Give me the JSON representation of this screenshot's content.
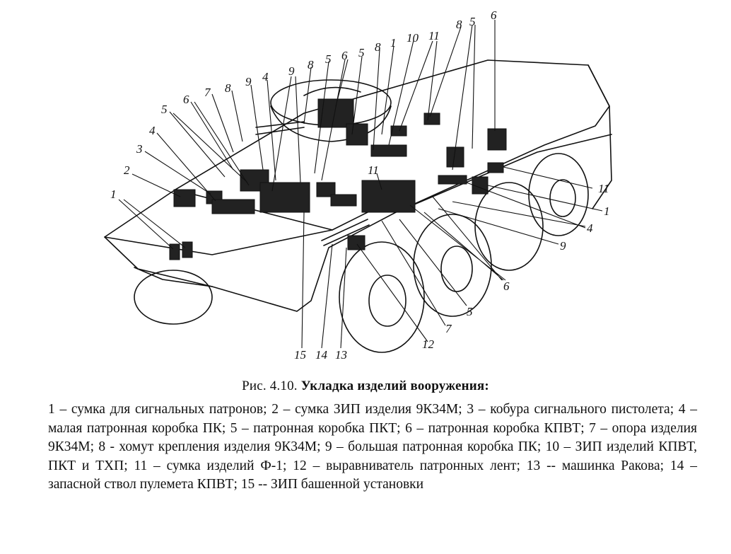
{
  "figure": {
    "labels": [
      {
        "key": "l1a",
        "text": "1"
      },
      {
        "key": "l2",
        "text": "2"
      },
      {
        "key": "l3",
        "text": "3"
      },
      {
        "key": "l4a",
        "text": "4"
      },
      {
        "key": "l5a",
        "text": "5"
      },
      {
        "key": "l6a",
        "text": "6"
      },
      {
        "key": "l7a",
        "text": "7"
      },
      {
        "key": "l8a",
        "text": "8"
      },
      {
        "key": "l9a",
        "text": "9"
      },
      {
        "key": "l4b",
        "text": "4"
      },
      {
        "key": "l9b",
        "text": "9"
      },
      {
        "key": "l8b",
        "text": "8"
      },
      {
        "key": "l5b",
        "text": "5"
      },
      {
        "key": "l6b",
        "text": "6"
      },
      {
        "key": "l5c",
        "text": "5"
      },
      {
        "key": "l8c",
        "text": "8"
      },
      {
        "key": "l1b",
        "text": "1"
      },
      {
        "key": "l10",
        "text": "10"
      },
      {
        "key": "l11a",
        "text": "11"
      },
      {
        "key": "l8d",
        "text": "8"
      },
      {
        "key": "l5d",
        "text": "5"
      },
      {
        "key": "l6c",
        "text": "6"
      },
      {
        "key": "l11b",
        "text": "11"
      },
      {
        "key": "l11c",
        "text": "11"
      },
      {
        "key": "l1c",
        "text": "1"
      },
      {
        "key": "l4c",
        "text": "4"
      },
      {
        "key": "l9c",
        "text": "9"
      },
      {
        "key": "l6d",
        "text": "6"
      },
      {
        "key": "l5e",
        "text": "5"
      },
      {
        "key": "l7b",
        "text": "7"
      },
      {
        "key": "l12",
        "text": "12"
      },
      {
        "key": "l15",
        "text": "15"
      },
      {
        "key": "l14",
        "text": "14"
      },
      {
        "key": "l13",
        "text": "13"
      }
    ]
  },
  "caption": {
    "number": "Рис. 4.10.",
    "title": "Укладка изделий вооружения:"
  },
  "legend": {
    "text": "1 – сумка для сигнальных патронов; 2 – сумка ЗИП изделия 9К34М; 3 – кобура сигнального пистолета; 4 – малая патронная коробка ПК; 5 – патронная коробка ПКТ; 6 – патронная коробка КПВТ; 7 – опора изделия 9К34М; 8 - хомут крепления изделия 9К34М; 9 – большая патронная коробка ПК; 10 – ЗИП изделий КПВТ, ПКТ и ТХП; 11 – сумка изделий Ф-1; 12 – выравниватель патронных лент; 13 -- машинка Ракова; 14 – запасной ствол пулемета КПВТ; 15 -- ЗИП башенной установки"
  }
}
